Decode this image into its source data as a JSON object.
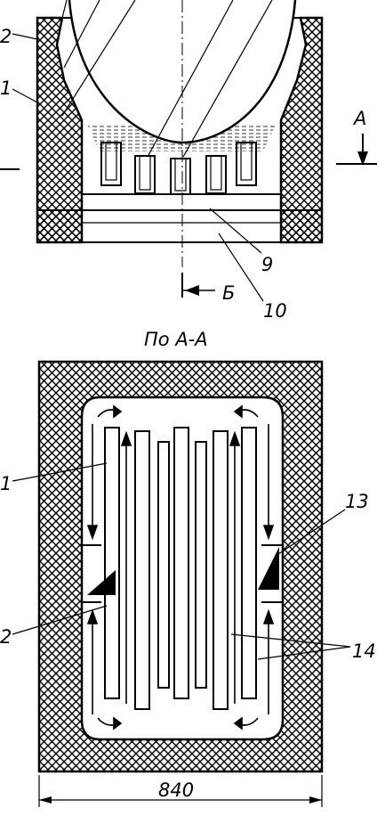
{
  "labels": {
    "section_a": "А",
    "section_b": "Б",
    "view_title": "По А-А",
    "dimension_width": "840"
  },
  "callouts": {
    "top": [
      "2",
      "1",
      "9",
      "10"
    ],
    "bottom": [
      "1",
      "2",
      "13",
      "14"
    ]
  }
}
